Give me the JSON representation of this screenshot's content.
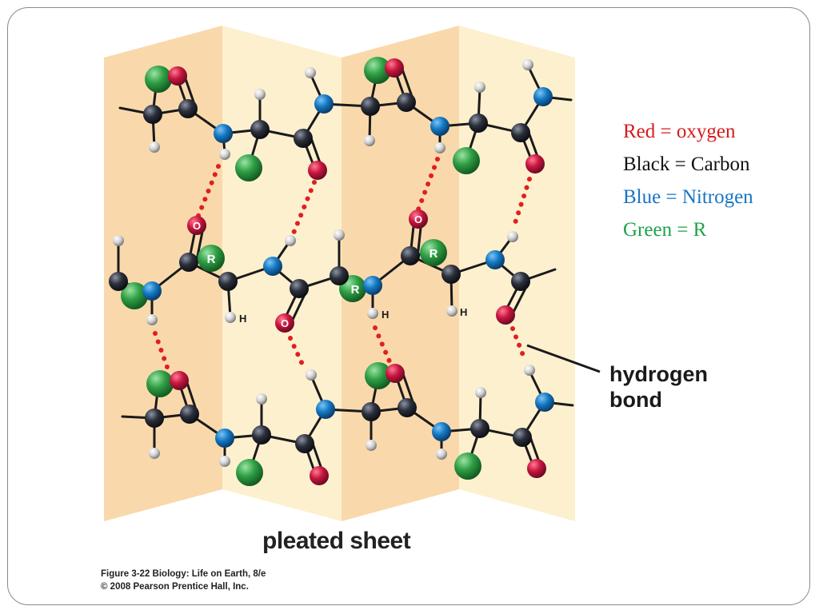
{
  "legend": {
    "red": "Red = oxygen",
    "black": "Black = Carbon",
    "blue": "Blue = Nitrogen",
    "green": "Green = R"
  },
  "colors": {
    "oxygen": "#c8163f",
    "carbon": "#2b2f3a",
    "nitrogen": "#1479c4",
    "r_group": "#2f9e44",
    "hydrogen": "#d9d9d9",
    "hbond": "#e02020",
    "sheet_dark": "#f9d9ab",
    "sheet_light": "#fdf0cf"
  },
  "diagram": {
    "atom_labels": {
      "oxygen": "O",
      "r_group": "R",
      "hydrogen": "H"
    },
    "hydrogen_bond_label_line1": "hydrogen",
    "hydrogen_bond_label_line2": "bond",
    "title": "pleated sheet"
  },
  "credit": {
    "line1": "Figure 3-22  Biology: Life on Earth, 8/e",
    "line2": "© 2008 Pearson Prentice Hall, Inc."
  }
}
